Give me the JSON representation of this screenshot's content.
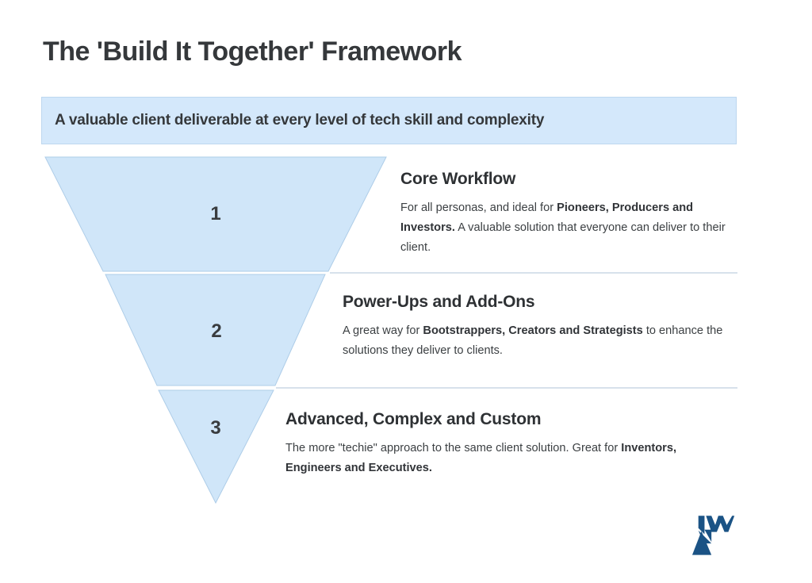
{
  "page": {
    "title": "The 'Build It Together' Framework"
  },
  "banner": {
    "text": "A valuable client deliverable at every level of tech skill and complexity"
  },
  "funnel": {
    "levels": [
      {
        "number": "1",
        "heading": "Core Workflow",
        "body": [
          {
            "t": "For all personas, and ideal for ",
            "b": false
          },
          {
            "t": "Pioneers, Producers and Investors.",
            "b": true
          },
          {
            "t": " A valuable solution that everyone can deliver to their client.",
            "b": false
          }
        ]
      },
      {
        "number": "2",
        "heading": "Power-Ups and Add-Ons",
        "body": [
          {
            "t": "A great way for ",
            "b": false
          },
          {
            "t": "Bootstrappers, Creators and Strategists",
            "b": true
          },
          {
            "t": " to enhance the solutions they deliver to clients.",
            "b": false
          }
        ]
      },
      {
        "number": "3",
        "heading": "Advanced, Complex and Custom",
        "body": [
          {
            "t": "The more \"techie\" approach to the same client solution. Great for ",
            "b": false
          },
          {
            "t": "Inventors, Engineers and Executives.",
            "b": true
          }
        ]
      }
    ]
  },
  "colors": {
    "title_text": "#35383b",
    "heading_text": "#2e3134",
    "body_text": "#3c4043",
    "number_text": "#393c3f",
    "banner_bg": "#d4e8fb",
    "banner_border": "#bdd7ef",
    "funnel_fill": "#d0e6f9",
    "funnel_stroke": "#aecde8",
    "divider": "#d7e1eb",
    "logo": "#1b5385"
  }
}
